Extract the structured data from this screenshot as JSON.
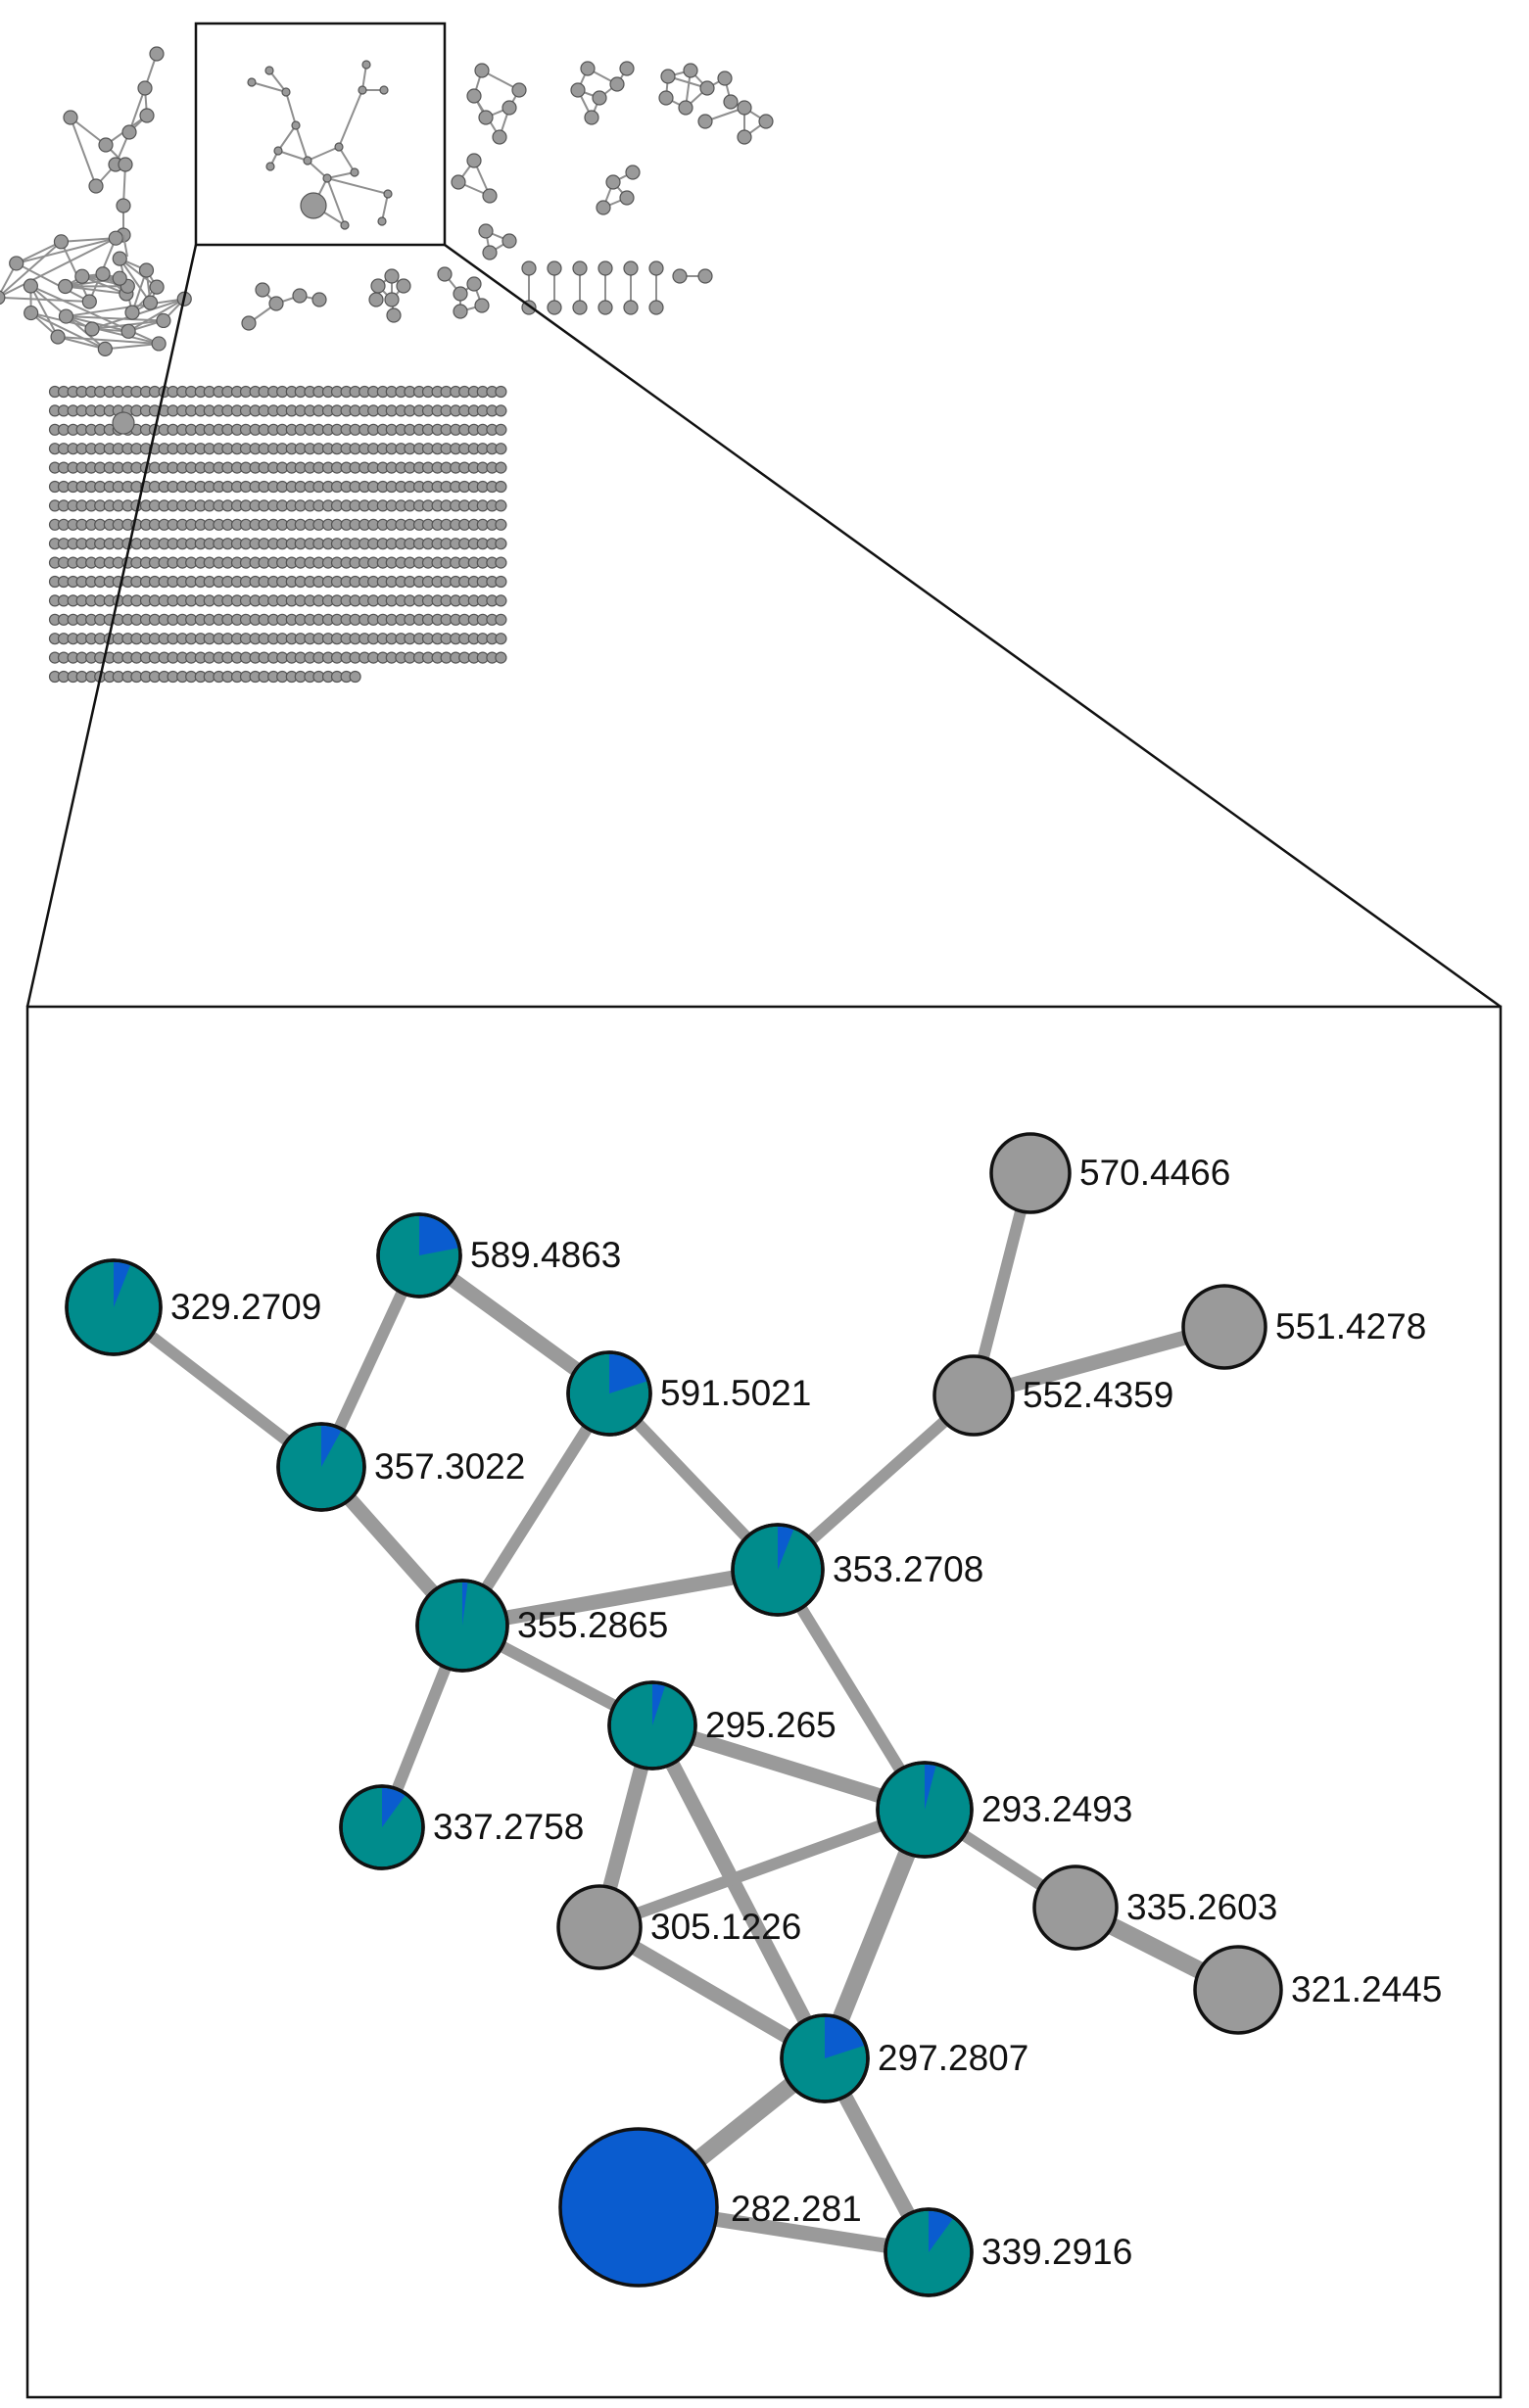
{
  "detail": {
    "nodes": [
      {
        "id": "n570",
        "label": "570.4466",
        "type": "gray",
        "blue_fraction": 0
      },
      {
        "id": "n551",
        "label": "551.4278",
        "type": "gray",
        "blue_fraction": 0
      },
      {
        "id": "n552",
        "label": "552.4359",
        "type": "gray",
        "blue_fraction": 0
      },
      {
        "id": "n589",
        "label": "589.4863",
        "type": "teal",
        "blue_fraction": 0.22
      },
      {
        "id": "n329",
        "label": "329.2709",
        "type": "teal",
        "blue_fraction": 0.06
      },
      {
        "id": "n591",
        "label": "591.5021",
        "type": "teal",
        "blue_fraction": 0.2
      },
      {
        "id": "n357",
        "label": "357.3022",
        "type": "teal",
        "blue_fraction": 0.08
      },
      {
        "id": "n353",
        "label": "353.2708",
        "type": "teal",
        "blue_fraction": 0.06
      },
      {
        "id": "n355",
        "label": "355.2865",
        "type": "teal",
        "blue_fraction": 0.02
      },
      {
        "id": "n295",
        "label": "295.265",
        "type": "teal",
        "blue_fraction": 0.05
      },
      {
        "id": "n293",
        "label": "293.2493",
        "type": "teal",
        "blue_fraction": 0.04
      },
      {
        "id": "n337",
        "label": "337.2758",
        "type": "teal",
        "blue_fraction": 0.1
      },
      {
        "id": "n305",
        "label": "305.1226",
        "type": "gray",
        "blue_fraction": 0
      },
      {
        "id": "n335",
        "label": "335.2603",
        "type": "gray",
        "blue_fraction": 0
      },
      {
        "id": "n321",
        "label": "321.2445",
        "type": "gray",
        "blue_fraction": 0
      },
      {
        "id": "n297",
        "label": "297.2807",
        "type": "teal",
        "blue_fraction": 0.2
      },
      {
        "id": "n282",
        "label": "282.281",
        "type": "blue",
        "blue_fraction": 1
      },
      {
        "id": "n339",
        "label": "339.2916",
        "type": "teal",
        "blue_fraction": 0.1
      }
    ],
    "edges": [
      {
        "source": "n570",
        "target": "n552",
        "weight": 2
      },
      {
        "source": "n551",
        "target": "n552",
        "weight": 3
      },
      {
        "source": "n552",
        "target": "n353",
        "weight": 2
      },
      {
        "source": "n589",
        "target": "n591",
        "weight": 3
      },
      {
        "source": "n589",
        "target": "n357",
        "weight": 2
      },
      {
        "source": "n329",
        "target": "n357",
        "weight": 2
      },
      {
        "source": "n357",
        "target": "n355",
        "weight": 3
      },
      {
        "source": "n591",
        "target": "n355",
        "weight": 2
      },
      {
        "source": "n591",
        "target": "n353",
        "weight": 2
      },
      {
        "source": "n355",
        "target": "n353",
        "weight": 3
      },
      {
        "source": "n355",
        "target": "n337",
        "weight": 2
      },
      {
        "source": "n355",
        "target": "n295",
        "weight": 2
      },
      {
        "source": "n353",
        "target": "n293",
        "weight": 2
      },
      {
        "source": "n295",
        "target": "n293",
        "weight": 3
      },
      {
        "source": "n295",
        "target": "n305",
        "weight": 3
      },
      {
        "source": "n295",
        "target": "n297",
        "weight": 3
      },
      {
        "source": "n305",
        "target": "n293",
        "weight": 2
      },
      {
        "source": "n305",
        "target": "n297",
        "weight": 3
      },
      {
        "source": "n293",
        "target": "n297",
        "weight": 4
      },
      {
        "source": "n293",
        "target": "n335",
        "weight": 2
      },
      {
        "source": "n335",
        "target": "n321",
        "weight": 4
      },
      {
        "source": "n297",
        "target": "n282",
        "weight": 4
      },
      {
        "source": "n297",
        "target": "n339",
        "weight": 3
      },
      {
        "source": "n282",
        "target": "n339",
        "weight": 3
      }
    ]
  },
  "colors": {
    "teal": "#008c8c",
    "gray": "#9a9a9a",
    "blue": "#0a5ccf",
    "edge": "#9a9a9a",
    "outline": "#111111"
  }
}
